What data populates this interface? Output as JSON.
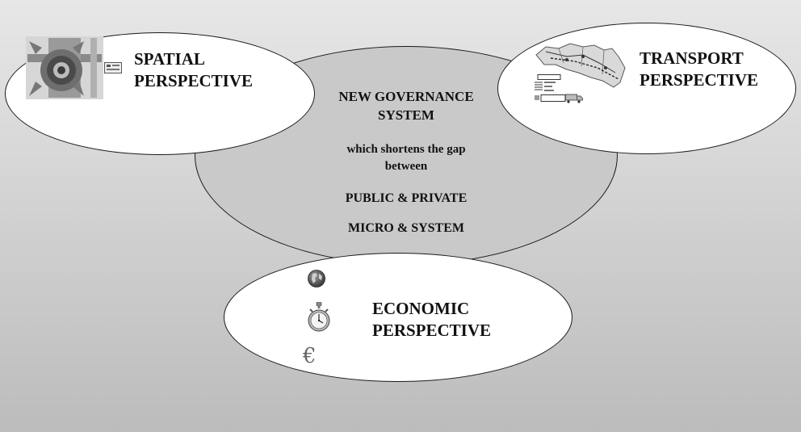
{
  "diagram": {
    "center": {
      "title_line1": "NEW GOVERNANCE",
      "title_line2": "SYSTEM",
      "subtitle_line1": "which shortens the gap",
      "subtitle_line2": "between",
      "pair1": "PUBLIC & PRIVATE",
      "pair2": "MICRO & SYSTEM"
    },
    "spatial": {
      "line1": "SPATIAL",
      "line2": "PERSPECTIVE",
      "icon": "emblem-icon"
    },
    "transport": {
      "line1": "TRANSPORT",
      "line2": "PERSPECTIVE",
      "icon": "region-map-icon"
    },
    "economic": {
      "line1": "ECONOMIC",
      "line2": "PERSPECTIVE",
      "icons": [
        "globe-icon",
        "stopwatch-icon",
        "euro-icon"
      ],
      "euro_symbol": "€"
    }
  },
  "colors": {
    "center_fill": "#c9c9c9",
    "perspective_fill": "#ffffff",
    "stroke": "#1a1a1a"
  }
}
